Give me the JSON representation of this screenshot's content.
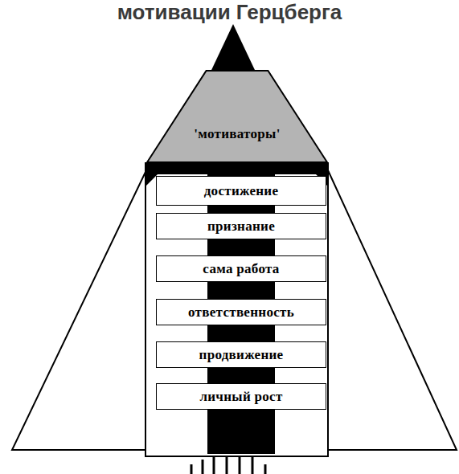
{
  "diagram": {
    "title": "мотивации Герцберга",
    "nodes": [
      {
        "text": [
          "'мотиваторы'"
        ]
      },
      {
        "text": [
          "достижение"
        ]
      },
      {
        "text": [
          "признание"
        ]
      },
      {
        "text": [
          "сама работа"
        ]
      },
      {
        "text": [
          "ответственность"
        ]
      },
      {
        "text": [
          "продвижение"
        ]
      },
      {
        "text": [
          "личный рост"
        ]
      }
    ]
  }
}
